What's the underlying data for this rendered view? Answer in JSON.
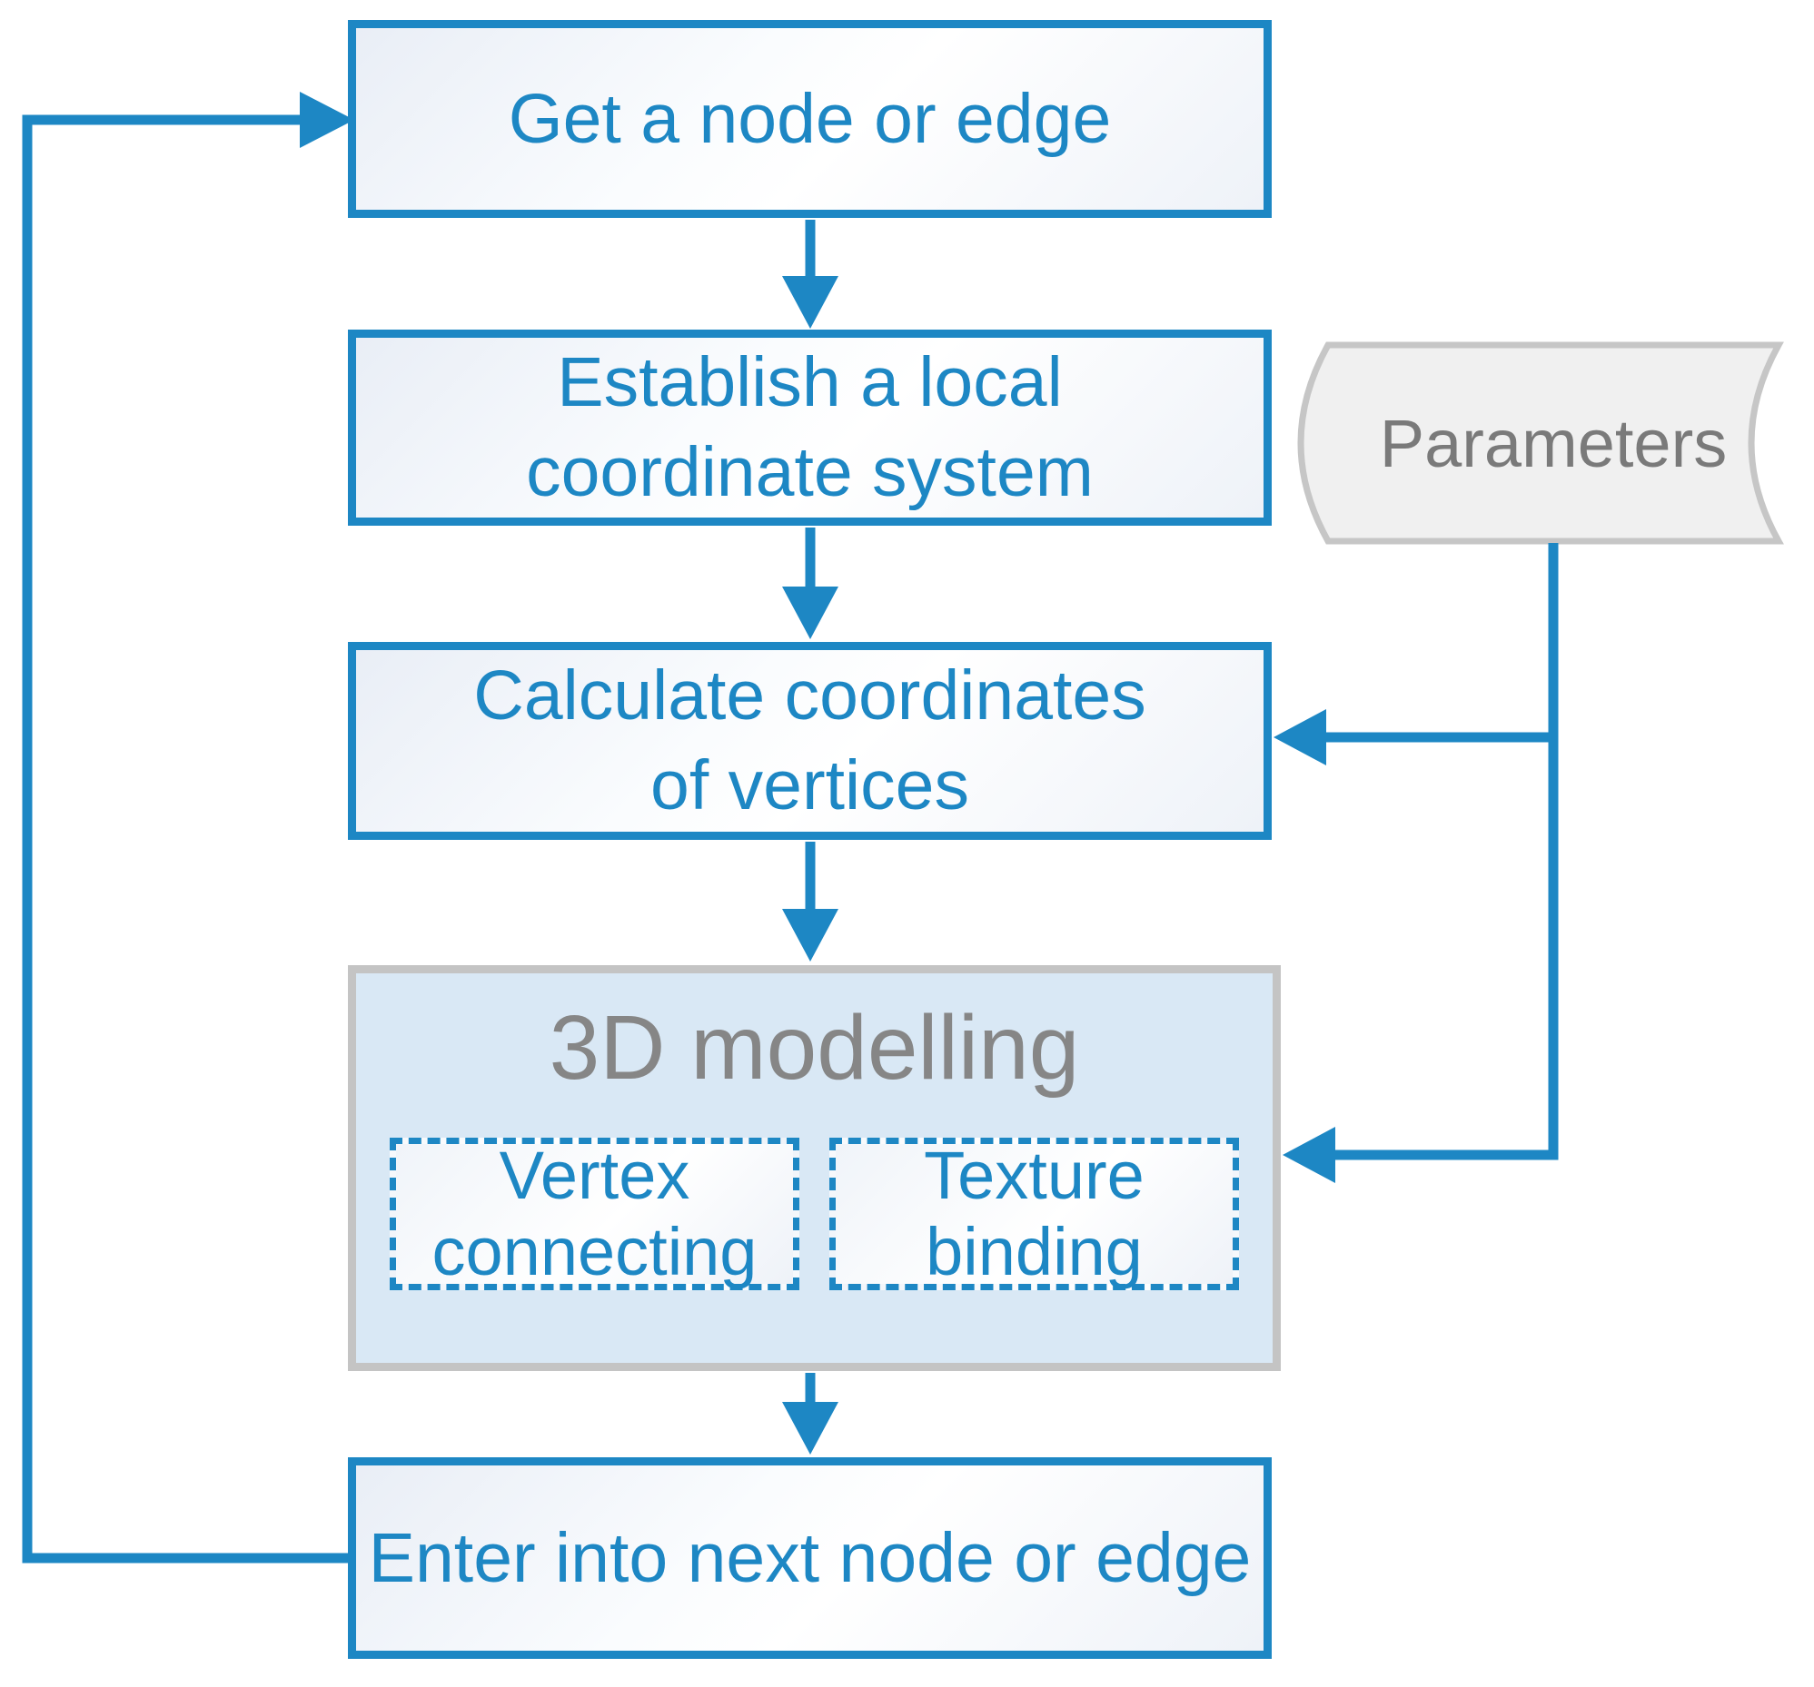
{
  "palette": {
    "accent_blue": "#1d87c4",
    "grey_border": "#c4c4c4",
    "grey_title_text": "#868686",
    "panel_fill": "#d9e8f5",
    "datastore_fill": "#f0f0f0",
    "datastore_border": "#c6c6c6",
    "datastore_text": "#7a7a7a",
    "process_fill_gradient_edge": "#e9eef6"
  },
  "flowchart": {
    "step1": "Get a node or edge",
    "step2": "Establish a local\ncoordinate system",
    "step3": "Calculate coordinates\nof vertices",
    "modelling_title": "3D modelling",
    "modelling_sub1": "Vertex\nconnecting",
    "modelling_sub2": "Texture\nbinding",
    "step5": "Enter into next node or edge",
    "datastore": "Parameters"
  }
}
